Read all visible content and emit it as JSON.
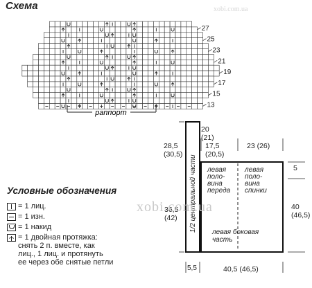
{
  "title": "Схема",
  "row_numbers": [
    "27",
    "25",
    "23",
    "21",
    "19",
    "17",
    "15",
    "13"
  ],
  "repeat_label": "раппорт",
  "legend": {
    "title": "Условные обозначения",
    "items": [
      {
        "icon": "knit-stitch-icon",
        "text": "= 1 лиц."
      },
      {
        "icon": "purl-stitch-icon",
        "text": "= 1 изн."
      },
      {
        "icon": "yarn-over-icon",
        "text": "= 1 накид"
      },
      {
        "icon": "double-decrease-icon",
        "text": "= 1 двойная протяжка:\nснять 2 п. вместе, как\nлиц., 1 лиц. и протянуть\nее через обе снятые петли"
      }
    ]
  },
  "pattern": {
    "central_part_label": "1/2 центральной части",
    "front_label": "левая\nполо-\nвина\nпереда",
    "back_label": "левая\nполо-\nвина\nспинки",
    "side_label": "левая боковая\nчасть",
    "dims": {
      "top_left_width": "28,5\n(30,5)",
      "top_strip": "20\n(21)",
      "front_width": "17,5\n(20,5)",
      "back_width": "23 (26)",
      "right_top": "5",
      "left_height": "36,5\n(42)",
      "right_height": "40\n(46,5)",
      "bottom_strip": "5,5",
      "bottom_width": "40,5 (46,5)"
    }
  },
  "watermarks": [
    "xobi.com.ua",
    "xobi.com.ua"
  ]
}
